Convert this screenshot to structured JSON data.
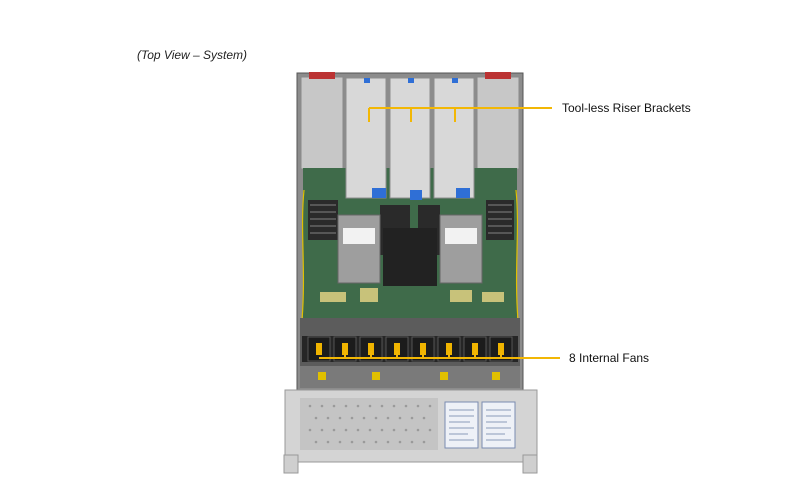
{
  "caption": "(Top View – System)",
  "callouts": {
    "risers": "Tool-less Riser Brackets",
    "fans": "8 Internal Fans"
  },
  "colors": {
    "callout_line": "#f2b705",
    "chassis": "#c9c9c9",
    "pcb": "#3f6b4a",
    "fan": "#1c1c1c",
    "fan_clip": "#f0b400",
    "riser": "#d8d8d8",
    "riser_tag": "#2f6fd6"
  },
  "system": {
    "riser_count": 3,
    "fan_count": 8
  }
}
